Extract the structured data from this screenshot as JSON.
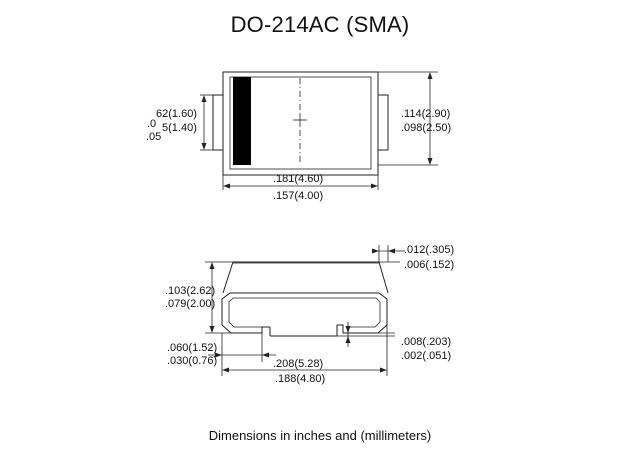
{
  "title": "DO-214AC (SMA)",
  "caption": "Dimensions in inches and (millimeters)",
  "top_view": {
    "cathode_height_max": "62(1.60)",
    "cathode_prefix_a": ".0",
    "cathode_height_min": "5(1.40)",
    "cathode_prefix_b": ".05",
    "body_height_max": ".114(2.90)",
    "body_height_min": ".098(2.50)",
    "body_length_max": ".181(4.60)",
    "body_length_min": ".157(4.00)"
  },
  "side_view": {
    "lead_thickness_max": ".012(.305)",
    "lead_thickness_min": ".006(.152)",
    "overall_height_max": ".103(2.62)",
    "overall_height_min": ".079(2.00)",
    "lead_length_max": ".060(1.52)",
    "lead_length_min": ".030(0.76)",
    "standoff_max": ".008(.203)",
    "standoff_min": ".002(.051)",
    "overall_length_max": ".208(5.28)",
    "overall_length_min": ".188(4.80)"
  }
}
